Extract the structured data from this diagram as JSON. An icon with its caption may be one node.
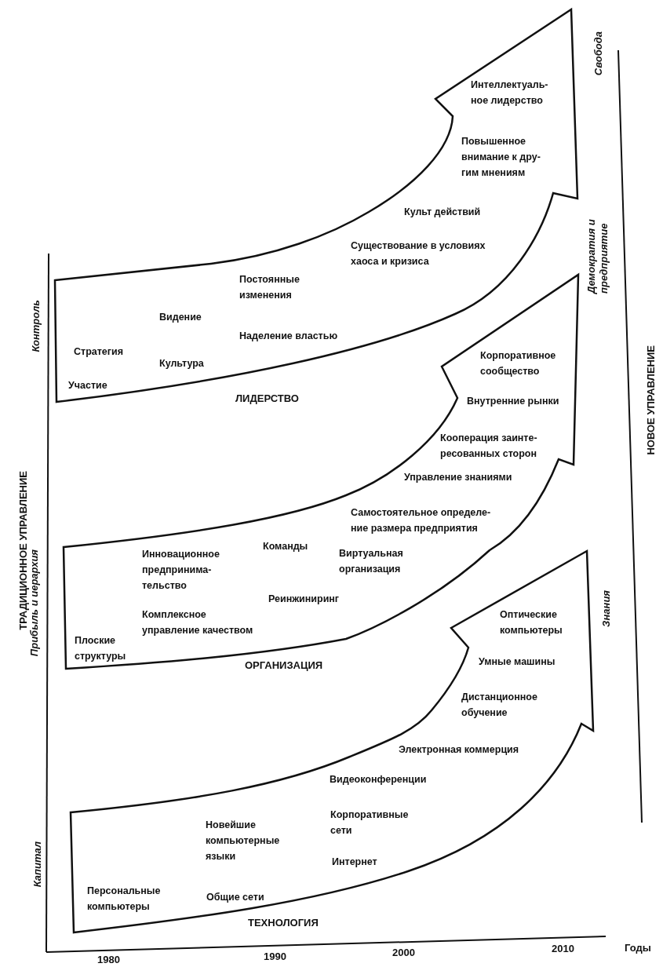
{
  "diagram": {
    "nodes": [
      {
        "text": [
          "ЛИДЕРСТВО",
          "Интеллектуаль- ное лидерство",
          "Повышенное внимание к дру- гим мнениям",
          "Культ действий",
          "Существование в условиях хаоса и кризиса",
          "Постоянные изменения",
          "Видение",
          "Стратегия",
          "Наделение властью",
          "Культура",
          "Участие"
        ]
      },
      {
        "text": [
          "ОРГАНИЗАЦИЯ",
          "Корпоративное сообщество",
          "Внутренние рынки",
          "Кооперация заинте- ресованных сторон",
          "Управление знаниями",
          "Самостоятельное определе- ние размера предприятия",
          "Команды",
          "Инновационное предпринима- тельство",
          "Виртуальная организация",
          "Реинжиниринг",
          "Комплексное управление качеством",
          "Плоские структуры"
        ]
      },
      {
        "text": [
          "ТЕХНОЛОГИЯ",
          "Оптические компьютеры",
          "Умные машины",
          "Дистанционное обучение",
          "Электронная коммерция",
          "Видеоконференции",
          "Корпоративные сети",
          "Новейшие компьютерные языки",
          "Интернет",
          "Персональные компьютеры",
          "Общие сети"
        ]
      }
    ],
    "edges": [],
    "labels": [
      "Свобода",
      "Контроль",
      "Демократия и предприятие",
      "НОВОЕ УПРАВЛЕНИЕ",
      "ТРАДИЦИОННОЕ УПРАВЛЕНИЕ",
      "Прибыль и иерархия",
      "Знания",
      "Капитал",
      "2010",
      "Годы",
      "1980",
      "1990",
      "2000"
    ]
  }
}
